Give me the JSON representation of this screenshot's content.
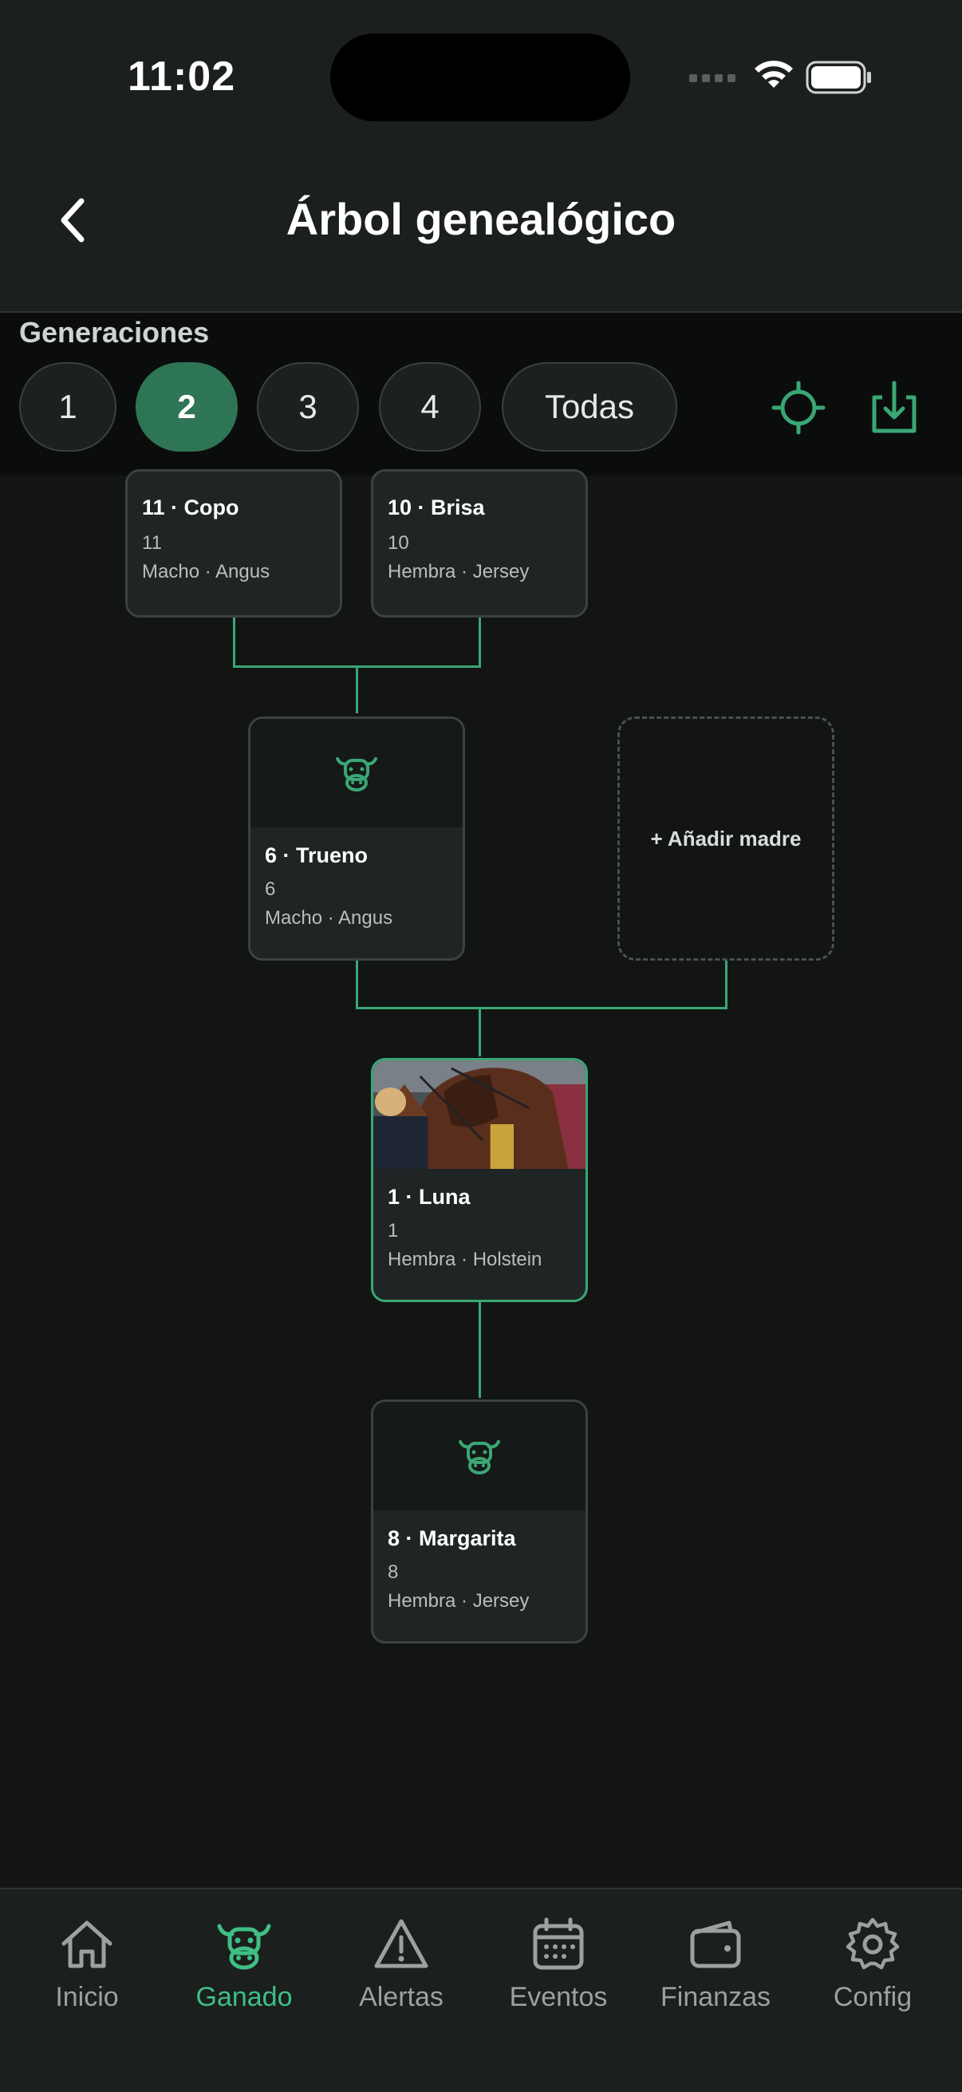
{
  "status": {
    "time": "11:02"
  },
  "header": {
    "title": "Árbol genealógico"
  },
  "generations": {
    "label": "Generaciones",
    "options": [
      "1",
      "2",
      "3",
      "4",
      "Todas"
    ],
    "selected": "2"
  },
  "tree": {
    "grandsire": {
      "name": "11 · Copo",
      "id": "11",
      "meta": "Macho · Angus"
    },
    "granddam": {
      "name": "10 · Brisa",
      "id": "10",
      "meta": "Hembra · Jersey"
    },
    "sire": {
      "name": "6 · Trueno",
      "id": "6",
      "meta": "Macho · Angus"
    },
    "add_dam_label": "+ Añadir madre",
    "focus": {
      "name": "1 · Luna",
      "id": "1",
      "meta": "Hembra · Holstein"
    },
    "offspring": {
      "name": "8 · Margarita",
      "id": "8",
      "meta": "Hembra · Jersey"
    }
  },
  "tabbar": {
    "items": [
      {
        "label": "Inicio",
        "icon": "home-icon"
      },
      {
        "label": "Ganado",
        "icon": "cow-icon",
        "active": true
      },
      {
        "label": "Alertas",
        "icon": "warning-icon"
      },
      {
        "label": "Eventos",
        "icon": "calendar-icon"
      },
      {
        "label": "Finanzas",
        "icon": "wallet-icon"
      },
      {
        "label": "Config",
        "icon": "gear-icon"
      }
    ]
  },
  "colors": {
    "accent": "#3aa774",
    "active_pill": "#2e7555",
    "background": "#121514"
  }
}
